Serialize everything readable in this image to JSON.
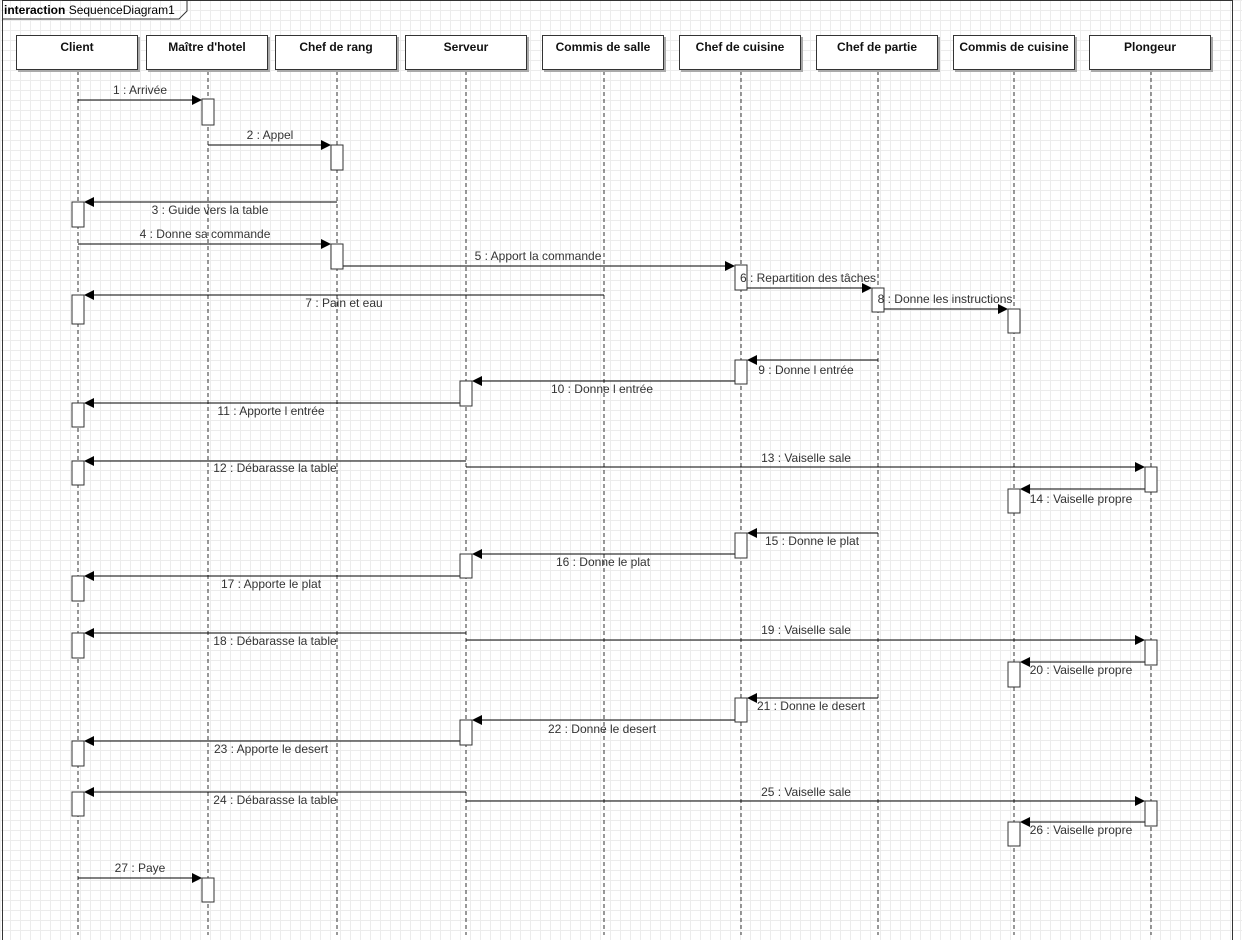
{
  "frame": {
    "keyword": "interaction",
    "name": "SequenceDiagram1"
  },
  "lifelines": [
    {
      "id": "client",
      "label": "Client"
    },
    {
      "id": "maitre",
      "label": "Maître d'hotel"
    },
    {
      "id": "chefrang",
      "label": "Chef de rang"
    },
    {
      "id": "serveur",
      "label": "Serveur"
    },
    {
      "id": "commissalle",
      "label": "Commis de salle"
    },
    {
      "id": "chefcuisine",
      "label": "Chef de cuisine"
    },
    {
      "id": "chefpartie",
      "label": "Chef de partie"
    },
    {
      "id": "commiscuisine",
      "label": "Commis de cuisine"
    },
    {
      "id": "plongeur",
      "label": "Plongeur"
    }
  ],
  "messages": [
    {
      "label": "1 : Arrivée",
      "from": "client",
      "to": "maitre"
    },
    {
      "label": "2 : Appel",
      "from": "maitre",
      "to": "chefrang"
    },
    {
      "label": "3 : Guide vers la table",
      "from": "chefrang",
      "to": "client"
    },
    {
      "label": "4 : Donne sa commande",
      "from": "client",
      "to": "chefrang"
    },
    {
      "label": "5 : Apport la commande",
      "from": "chefrang",
      "to": "chefcuisine"
    },
    {
      "label": "6 : Repartition des tâches",
      "from": "chefcuisine",
      "to": "chefpartie"
    },
    {
      "label": "7 : Pain et eau",
      "from": "commissalle",
      "to": "client"
    },
    {
      "label": "8 : Donne les instructions",
      "from": "chefpartie",
      "to": "commiscuisine"
    },
    {
      "label": "9 : Donne l entrée",
      "from": "chefpartie",
      "to": "chefcuisine"
    },
    {
      "label": "10 : Donne l entrée",
      "from": "chefcuisine",
      "to": "serveur"
    },
    {
      "label": "11 : Apporte l entrée",
      "from": "serveur",
      "to": "client"
    },
    {
      "label": "12 : Débarasse la table",
      "from": "serveur",
      "to": "client"
    },
    {
      "label": "13 : Vaiselle sale",
      "from": "serveur",
      "to": "plongeur"
    },
    {
      "label": "14 : Vaiselle propre",
      "from": "plongeur",
      "to": "commiscuisine"
    },
    {
      "label": "15 : Donne le plat",
      "from": "chefpartie",
      "to": "chefcuisine"
    },
    {
      "label": "16 : Donne le plat",
      "from": "chefcuisine",
      "to": "serveur"
    },
    {
      "label": "17 : Apporte le plat",
      "from": "serveur",
      "to": "client"
    },
    {
      "label": "18 : Débarasse la table",
      "from": "serveur",
      "to": "client"
    },
    {
      "label": "19 : Vaiselle sale",
      "from": "serveur",
      "to": "plongeur"
    },
    {
      "label": "20 : Vaiselle propre",
      "from": "plongeur",
      "to": "commiscuisine"
    },
    {
      "label": "21 : Donne le desert",
      "from": "chefpartie",
      "to": "chefcuisine"
    },
    {
      "label": "22 : Donne le desert",
      "from": "chefcuisine",
      "to": "serveur"
    },
    {
      "label": "23 : Apporte le desert",
      "from": "serveur",
      "to": "client"
    },
    {
      "label": "24 : Débarasse la table",
      "from": "serveur",
      "to": "client"
    },
    {
      "label": "25 : Vaiselle sale",
      "from": "serveur",
      "to": "plongeur"
    },
    {
      "label": "26 : Vaiselle propre",
      "from": "plongeur",
      "to": "commiscuisine"
    },
    {
      "label": "27 : Paye",
      "from": "client",
      "to": "maitre"
    }
  ]
}
